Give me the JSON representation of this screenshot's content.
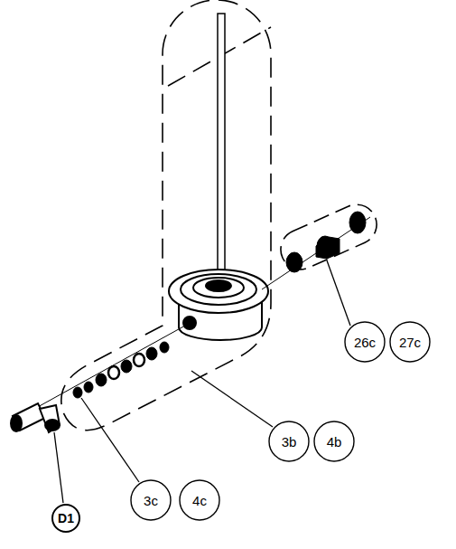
{
  "diagram": {
    "labels": [
      "26c",
      "27c",
      "3b",
      "4b",
      "3c",
      "4c",
      "D1"
    ]
  }
}
